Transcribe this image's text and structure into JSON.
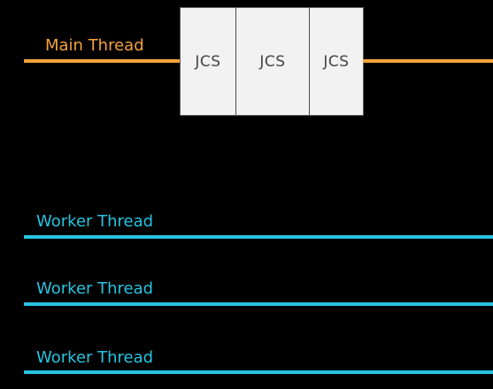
{
  "colors": {
    "main_thread": "#f5a23a",
    "worker_thread": "#27c4e0",
    "jcs_fill": "#f2f2f2",
    "jcs_text": "#444444"
  },
  "main_thread": {
    "label": "Main Thread",
    "tasks": [
      "JCS",
      "JCS",
      "JCS"
    ]
  },
  "worker_threads": [
    {
      "label": "Worker Thread"
    },
    {
      "label": "Worker Thread"
    },
    {
      "label": "Worker Thread"
    }
  ]
}
